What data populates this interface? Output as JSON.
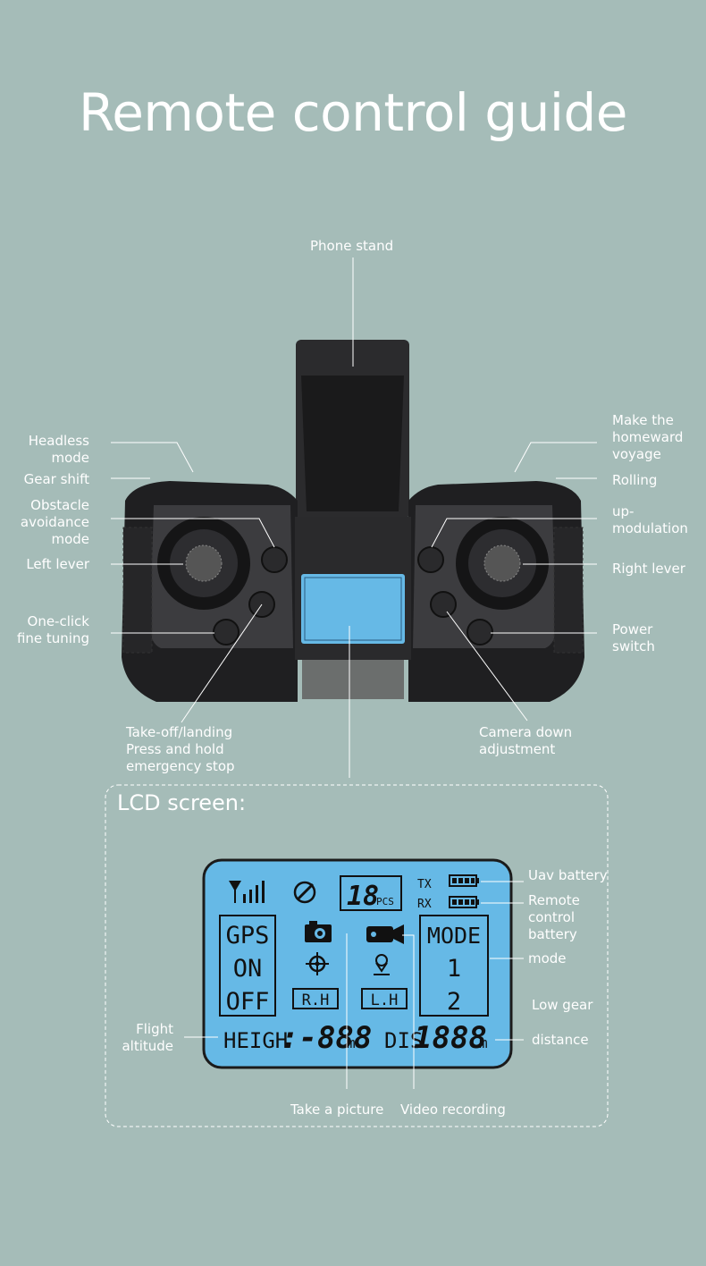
{
  "title": "Remote control guide",
  "labels": {
    "phone_stand": "Phone stand",
    "headless_mode": "Headless\nmode",
    "gear_shift": "Gear shift",
    "obstacle_avoidance": "Obstacle\navoidance\nmode",
    "left_lever": "Left lever",
    "one_click_fine_tuning": "One-click\nfine tuning",
    "takeoff_landing": "Take-off/landing\nPress and hold\nemergency stop",
    "homeward_voyage": "Make the\nhomeward\nvoyage",
    "rolling": "Rolling",
    "up_modulation": "up-\nmodulation",
    "right_lever": "Right lever",
    "power_switch": "Power\nswitch",
    "camera_down": "Camera down\nadjustment"
  },
  "lcd_section": {
    "heading": "LCD screen:",
    "labels": {
      "uav_battery": "Uav battery",
      "remote_battery": "Remote\ncontrol\nbattery",
      "mode": "mode",
      "low_gear": "Low gear",
      "distance": "distance",
      "flight_altitude": "Flight\naltitude",
      "take_picture": "Take a picture",
      "video_recording": "Video recording"
    },
    "display": {
      "count": "18",
      "count_unit": "PCS",
      "tx": "TX",
      "rx": "RX",
      "gps": "GPS",
      "on": "ON",
      "off": "OFF",
      "rh": "R.H",
      "lh": "L.H",
      "mode": "MODE",
      "mode_1": "1",
      "mode_2": "2",
      "heigh": "HEIGH",
      "heigh_value": ":-888",
      "heigh_unit": "m",
      "dis": "DIS",
      "dis_value": "1888",
      "dis_unit": "m"
    }
  },
  "colors": {
    "background": "#a5bcb8",
    "controller": "#2a2a2c",
    "lcd": "#66b9e6"
  }
}
